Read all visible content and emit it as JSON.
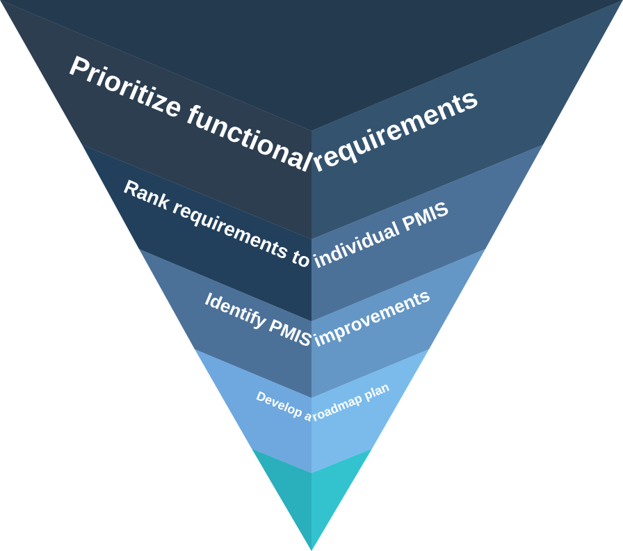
{
  "funnel": {
    "levels": [
      {
        "left_text": "Prioritize functional",
        "right_text": "requirements",
        "left_color": "#2c3e50",
        "right_color": "#34536f"
      },
      {
        "left_text": "Rank requirements to",
        "right_text": "individual PMIS",
        "left_color": "#22405c",
        "right_color": "#4c7198"
      },
      {
        "left_text": "Identify PMIS",
        "right_text": "improvements",
        "left_color": "#4c7198",
        "right_color": "#6497c6"
      },
      {
        "left_text": "Develop a",
        "right_text": "roadmap plan",
        "left_color": "#6ea8df",
        "right_color": "#7abbec"
      },
      {
        "left_text": "",
        "right_text": "",
        "left_color": "#2aafbc",
        "right_color": "#32c3cf"
      }
    ],
    "top_left_color": "#2a3d50",
    "top_right_color": "#243a4f"
  }
}
